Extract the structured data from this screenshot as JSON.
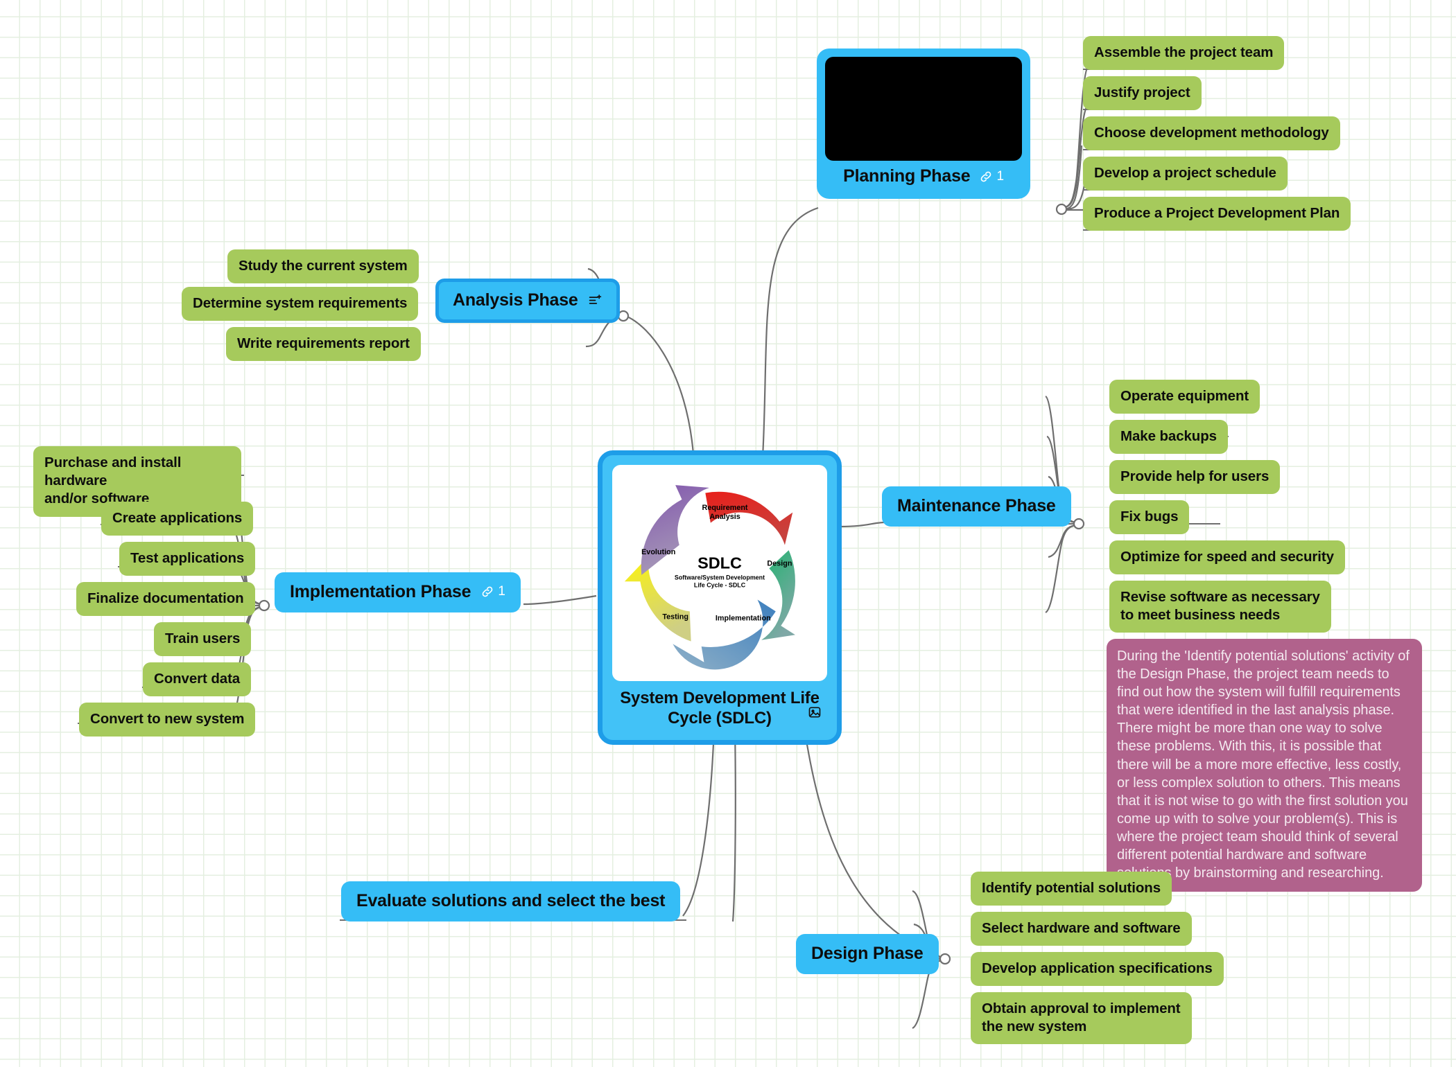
{
  "central": {
    "caption": "System Development Life Cycle\n(SDLC)",
    "icon": "image-icon",
    "diagram": {
      "title": "SDLC",
      "subtitle": "Software/System Development\nLife Cycle - SDLC",
      "segments": [
        {
          "label": "Requirement\nAnalysis",
          "color": "#e2201c"
        },
        {
          "label": "Design",
          "color": "#26a96c"
        },
        {
          "label": "Implementation",
          "color": "#4a86bd"
        },
        {
          "label": "Testing",
          "color": "#f2ea21"
        },
        {
          "label": "Evolution",
          "color": "#8a65b0"
        }
      ]
    }
  },
  "phases": {
    "planning": {
      "label": "Planning Phase",
      "badge_icon": "link-icon",
      "badge_count": "1",
      "media": "video-thumbnail",
      "children": [
        "Assemble the project team",
        "Justify project",
        "Choose development methodology",
        "Develop a project schedule",
        "Produce a Project Development Plan"
      ]
    },
    "analysis": {
      "label": "Analysis Phase",
      "badge_icon": "note-add-icon",
      "children": [
        "Study the current system",
        "Determine system requirements",
        "Write requirements report"
      ]
    },
    "implementation": {
      "label": "Implementation Phase",
      "badge_icon": "link-icon",
      "badge_count": "1",
      "children": [
        "Purchase and install hardware\nand/or software",
        "Create applications",
        "Test applications",
        "Finalize documentation",
        "Train users",
        "Convert data",
        "Convert to new system"
      ]
    },
    "maintenance": {
      "label": "Maintenance Phase",
      "children": [
        "Operate equipment",
        "Make backups",
        "Provide help for users",
        "Fix bugs",
        "Optimize for speed and security",
        "Revise software as necessary\nto meet business needs"
      ]
    },
    "design": {
      "label": "Design Phase",
      "children": [
        "Identify potential solutions",
        "Select hardware and software",
        "Develop application specifications",
        "Obtain approval to implement\nthe new system"
      ]
    },
    "evaluate": {
      "label": "Evaluate solutions and select the best"
    }
  },
  "note": {
    "text": "During the 'Identify potential solutions' activity of the Design Phase, the project team needs to find out how the system will fulfill requirements that were identified in the last analysis phase. There might be more than one way to solve these problems. With this, it is possible that there will be a more more effective, less costly, or less complex solution to others. This means that it is not wise to go with the first solution you come up with to solve your problem(s). This is where the project team should think of several different potential hardware and software solutions by brainstorming and researching."
  },
  "colors": {
    "leaf_green": "#a6ca5c",
    "phase_blue": "#35bdf6",
    "phase_blue_border": "#1e9de8",
    "note_purple": "#b1628c",
    "edge_gray": "#6e6e6e",
    "grid_line": "#e4efe0"
  }
}
